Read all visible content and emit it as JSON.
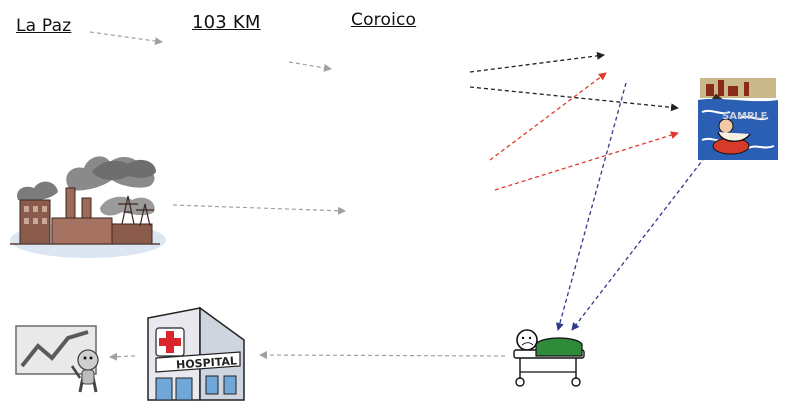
{
  "labels": {
    "origin": "La Paz",
    "distance": "103 KM",
    "destination": "Coroico"
  },
  "icons": {
    "factory": "factory-pollution-icon",
    "river": "river-sample-icon",
    "patient": "patient-stretcher-icon",
    "hospital": "hospital-icon",
    "chart": "presentation-chart-icon"
  },
  "hospital_sign": "HOSPITAL",
  "sample_watermark": "SAMPLE",
  "colors": {
    "gray_arrow": "#a0a0a0",
    "black_arrow": "#222222",
    "red_arrow": "#e03a2e",
    "blue_arrow": "#2e3a8c",
    "hospital_cross": "#d8262c",
    "water": "#2a5fb4",
    "sheet_green": "#2f8a3a"
  }
}
